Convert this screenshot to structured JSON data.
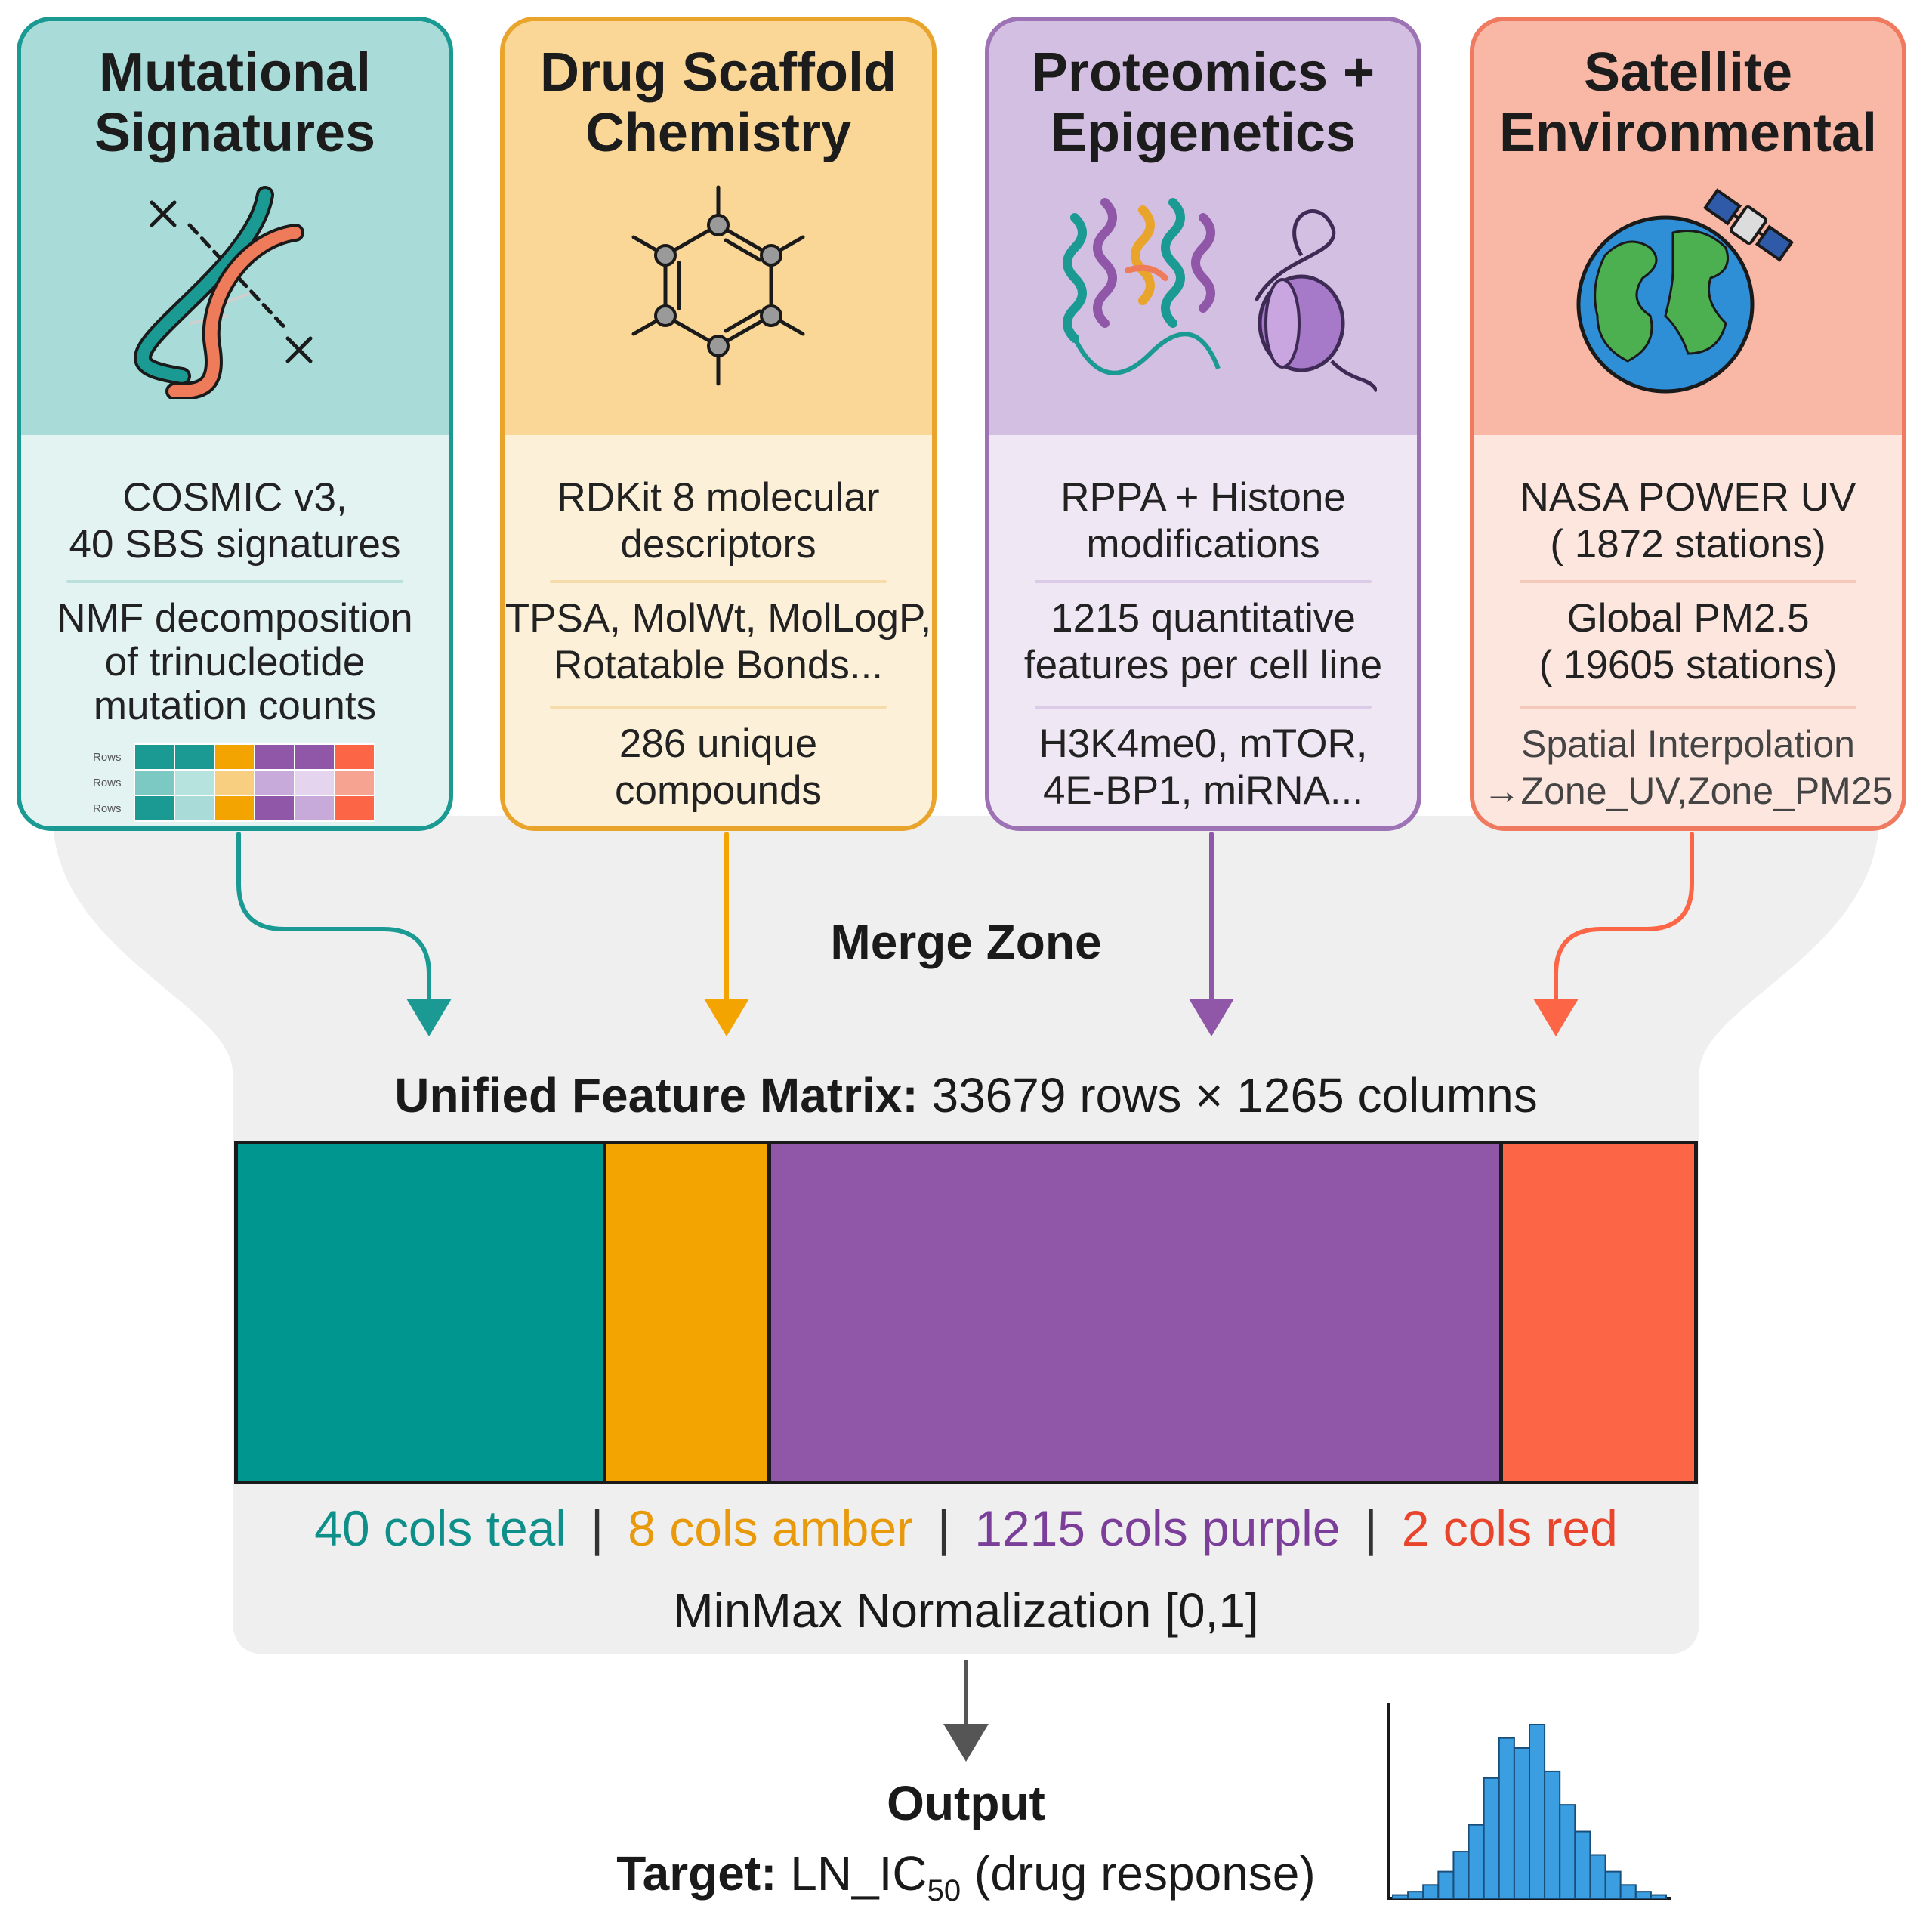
{
  "colors": {
    "teal": "#1b9a94",
    "amber": "#f4a400",
    "purple": "#9056a8",
    "red": "#fc6546",
    "merge_bg": "#efefef",
    "histogram_bar": "#3a9ee0"
  },
  "sources": [
    {
      "title": "Mutational Signatures",
      "icon": "dna-helix-icon",
      "lines": [
        "COSMIC v3,",
        "40 SBS signatures",
        "NMF decomposition",
        "of trinucleotide",
        "mutation counts"
      ],
      "mini_matrix": {
        "icon": "mini-matrix-icon",
        "row_labels": [
          "Rows",
          "Rows",
          "Rows"
        ]
      }
    },
    {
      "title": "Drug Scaffold Chemistry",
      "icon": "benzene-ring-icon",
      "lines": [
        "RDKit 8 molecular",
        "descriptors",
        "TPSA, MolWt, MolLogP,",
        "Rotatable Bonds...",
        "286 unique",
        "compounds"
      ]
    },
    {
      "title": "Proteomics + Epigenetics",
      "icon": "protein-nucleosome-icon",
      "lines": [
        "RPPA + Histone",
        "modifications",
        "1215 quantitative",
        "features per cell line",
        "H3K4me0, mTOR,",
        "4E-BP1, miRNA..."
      ]
    },
    {
      "title": "Satellite Environmental",
      "icon": "earth-satellite-icon",
      "lines": [
        "NASA POWER UV",
        "( 1872 stations)",
        "Global PM2.5",
        "( 19605 stations)",
        "Spatial Interpolation",
        "→Zone_UV,Zone_PM25"
      ]
    }
  ],
  "merge": {
    "label": "Merge Zone",
    "matrix_title_bold": "Unified Feature Matrix:",
    "matrix_title_rest": "33679 rows ×  1265 columns",
    "segments": [
      {
        "cols": 40,
        "color": "#009690",
        "legend": "40 cols teal",
        "legend_color": "#0e8f89"
      },
      {
        "cols": 8,
        "color": "#f4a400",
        "legend": "8 cols amber",
        "legend_color": "#e89a0c"
      },
      {
        "cols": 1215,
        "color": "#9056a8",
        "legend": "1215 cols purple",
        "legend_color": "#7b3f99"
      },
      {
        "cols": 2,
        "color": "#fc6546",
        "legend": "2 cols red",
        "legend_color": "#e8452c"
      }
    ],
    "separator": "|",
    "normalization": "MinMax Normalization [0,1]"
  },
  "output": {
    "label": "Output",
    "target_bold": "Target:",
    "target_main": "LN_IC",
    "target_sub": "50",
    "target_rest": "(drug response)",
    "histogram_icon": "histogram-icon",
    "histogram_values": [
      1,
      2,
      4,
      8,
      14,
      22,
      36,
      48,
      45,
      52,
      38,
      28,
      20,
      13,
      8,
      4,
      2,
      1
    ]
  }
}
